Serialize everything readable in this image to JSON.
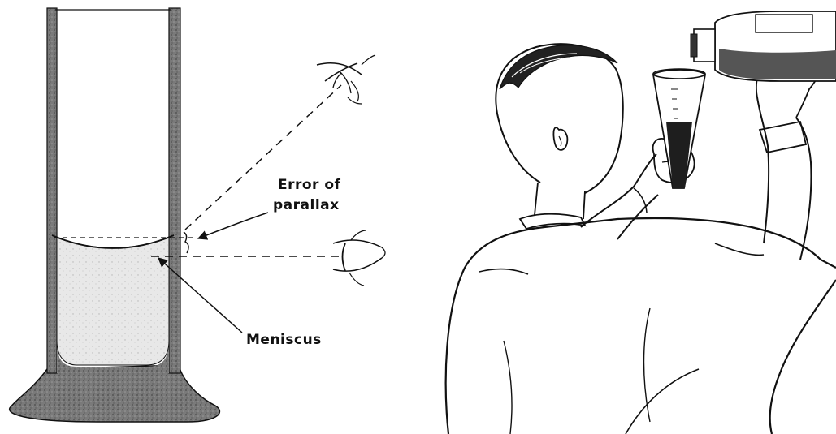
{
  "labels": {
    "error_line1": "Error of",
    "error_line2": "parallax",
    "meniscus": "Meniscus"
  },
  "colors": {
    "ink": "#111111",
    "glass_wall": "#6e6e6e",
    "liquid": "#e4e4e4",
    "background": "#ffffff"
  }
}
